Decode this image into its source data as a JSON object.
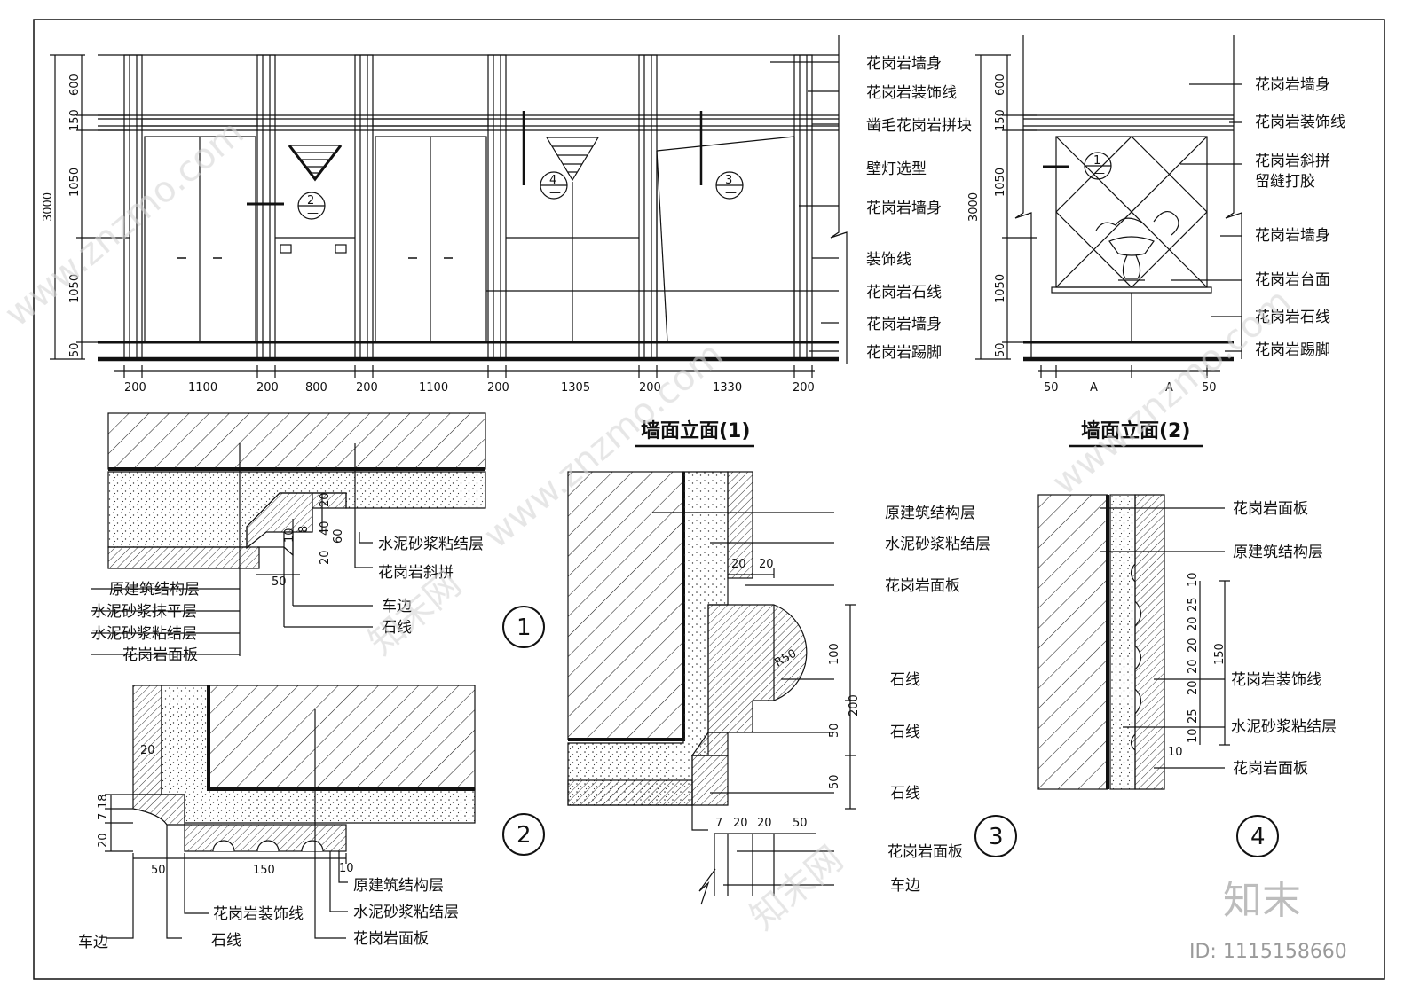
{
  "elevation1": {
    "title": "墙面立面(1)",
    "labels": [
      "花岗岩墙身",
      "花岗岩装饰线",
      "凿毛花岗岩拼块",
      "壁灯选型",
      "花岗岩墙身",
      "装饰线",
      "花岗岩石线",
      "花岗岩墙身",
      "花岗岩踢脚"
    ],
    "vertical_dims": [
      "600",
      "150",
      "1050",
      "1050",
      "50"
    ],
    "total_height": "3000",
    "horizontal_dims": [
      "200",
      "1100",
      "200",
      "800",
      "200",
      "1100",
      "200",
      "1305",
      "200",
      "1330",
      "200"
    ],
    "callouts": [
      {
        "num": "2",
        "sub": "—"
      },
      {
        "num": "4",
        "sub": "—"
      },
      {
        "num": "3",
        "sub": "—"
      }
    ]
  },
  "elevation2": {
    "title": "墙面立面(2)",
    "labels": [
      "花岗岩墙身",
      "花岗岩装饰线",
      "花岗岩斜拼",
      "留缝打胶",
      "花岗岩墙身",
      "花岗岩台面",
      "花岗岩石线",
      "花岗岩踢脚"
    ],
    "vertical_dims": [
      "600",
      "150",
      "1050",
      "1050",
      "50"
    ],
    "total_height": "3000",
    "horizontal_dims": [
      "50",
      "A",
      "A",
      "50"
    ],
    "callout": {
      "num": "1",
      "sub": "—"
    }
  },
  "detail1": {
    "number": "1",
    "right_labels": [
      "水泥砂浆粘结层",
      "花岗岩斜拼",
      "车边",
      "石线"
    ],
    "left_labels": [
      "原建筑结构层",
      "水泥砂浆抹平层",
      "水泥砂浆粘结层",
      "花岗岩面板"
    ],
    "dims": [
      "20",
      "8",
      "10",
      "40",
      "60",
      "20",
      "50"
    ]
  },
  "detail2": {
    "number": "2",
    "labels": [
      "原建筑结构层",
      "花岗岩装饰线",
      "水泥砂浆粘结层",
      "花岗岩面板",
      "车边",
      "石线"
    ],
    "dims": [
      "20",
      "18",
      "7",
      "20",
      "50",
      "150",
      "10"
    ]
  },
  "detail3": {
    "number": "3",
    "labels": [
      "原建筑结构层",
      "水泥砂浆粘结层",
      "花岗岩面板",
      "石线",
      "石线",
      "石线",
      "花岗岩面板",
      "车边"
    ],
    "dims": [
      "20",
      "20",
      "R50",
      "100",
      "200",
      "50",
      "50",
      "7",
      "20",
      "20",
      "50"
    ]
  },
  "detail4": {
    "number": "4",
    "labels": [
      "花岗岩面板",
      "原建筑结构层",
      "花岗岩装饰线",
      "水泥砂浆粘结层",
      "花岗岩面板"
    ],
    "dims": [
      "10",
      "25",
      "20",
      "20",
      "20",
      "20",
      "25",
      "10",
      "150",
      "10"
    ]
  },
  "watermark": {
    "site": "www.znzmo.com",
    "brand": "知末网",
    "logo": "知末",
    "id_text": "ID: 1115158660"
  }
}
